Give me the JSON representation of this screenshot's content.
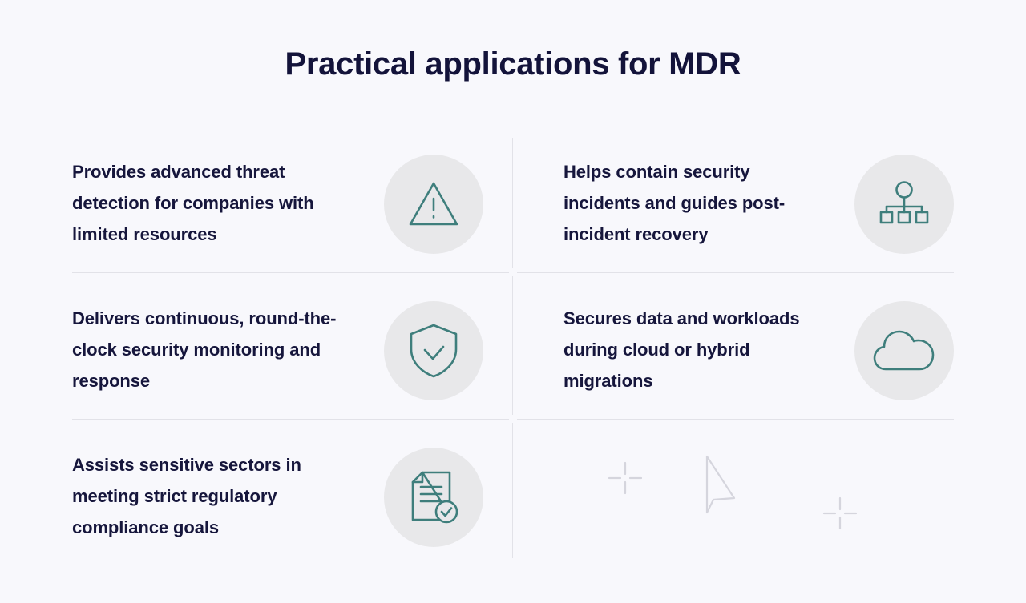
{
  "page": {
    "background_color": "#f8f8fc",
    "title": "Practical applications for MDR",
    "title_color": "#13133a"
  },
  "theme": {
    "icon_stroke_color": "#3e7e7c",
    "icon_badge_color": "#e8e8ea",
    "divider_color": "#e2e2e8",
    "body_text_color": "#16163c",
    "decor_color": "#d5d5dd"
  },
  "grid": {
    "columns": 2,
    "rows": 3,
    "cells": [
      {
        "id": "cell-1",
        "text": "Provides advanced threat detection for companies with limited resources",
        "icon": "warning-triangle-icon"
      },
      {
        "id": "cell-2",
        "text": "Helps contain security incidents and guides post-incident recovery",
        "icon": "org-hierarchy-icon"
      },
      {
        "id": "cell-3",
        "text": "Delivers continuous, round-the-clock security monitoring and response",
        "icon": "shield-check-icon"
      },
      {
        "id": "cell-4",
        "text": "Secures data and workloads during cloud or hybrid migrations",
        "icon": "cloud-icon"
      },
      {
        "id": "cell-5",
        "text": "Assists sensitive sectors in meeting strict regulatory compliance goals",
        "icon": "document-check-icon"
      },
      {
        "id": "cell-6",
        "text": "",
        "icon": "cursor-pointer-decoration"
      }
    ]
  },
  "decoration": {
    "items": [
      {
        "name": "crosshair-plus-small-left",
        "shape": "crosshair"
      },
      {
        "name": "cursor-arrow-outline",
        "shape": "arrow-pointer"
      },
      {
        "name": "crosshair-plus-small-right",
        "shape": "crosshair"
      }
    ]
  }
}
